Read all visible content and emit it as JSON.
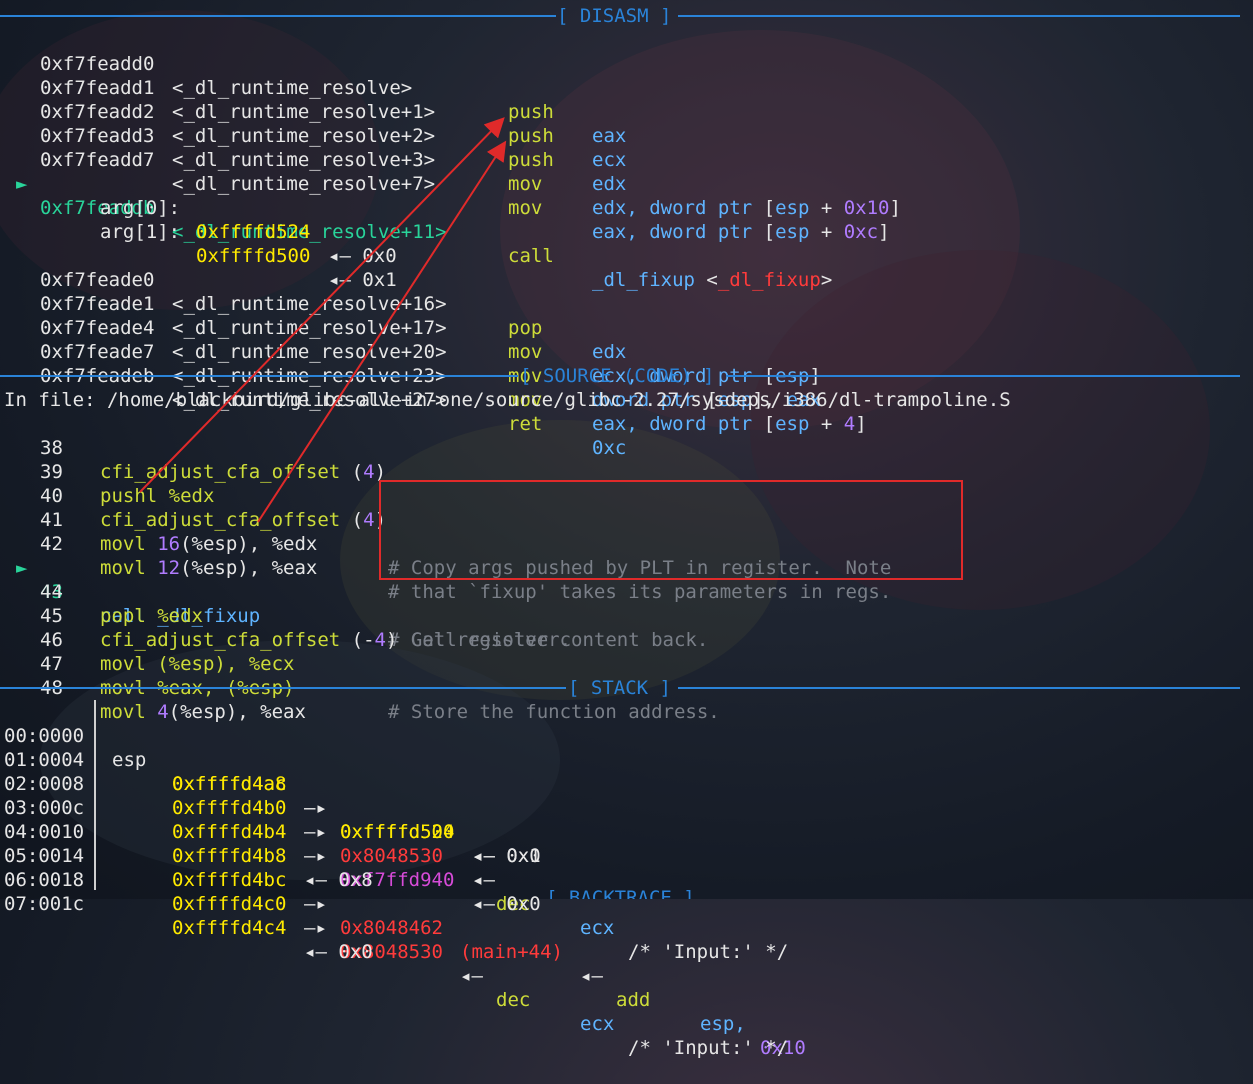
{
  "sections": {
    "disasm": "[ DISASM ]",
    "source": "[ SOURCE (CODE) ]",
    "stack": "[ STACK ]",
    "backtrace": "[ BACKTRACE ]"
  },
  "disasm": [
    {
      "addr": "0xf7feadd0",
      "sym": "<_dl_runtime_resolve>",
      "op": "push",
      "args": "eax"
    },
    {
      "addr": "0xf7feadd1",
      "sym": "<_dl_runtime_resolve+1>",
      "op": "push",
      "args": "ecx"
    },
    {
      "addr": "0xf7feadd2",
      "sym": "<_dl_runtime_resolve+2>",
      "op": "push",
      "args": "edx"
    },
    {
      "addr": "0xf7feadd3",
      "sym": "<_dl_runtime_resolve+3>",
      "op": "mov",
      "a1": "edx,",
      "a2": "dword ptr",
      "a3": "[",
      "a4": "esp",
      "a5": " + ",
      "a6": "0x10",
      "a7": "]"
    },
    {
      "addr": "0xf7feadd7",
      "sym": "<_dl_runtime_resolve+7>",
      "op": "mov",
      "a1": "eax,",
      "a2": "dword ptr",
      "a3": "[",
      "a4": "esp",
      "a5": " + ",
      "a6": "0xc",
      "a7": "]"
    },
    {
      "marker": "►",
      "addr": "0xf7feaddb",
      "sym": "<_dl_runtime_resolve+11>",
      "op": "call",
      "a1": "_dl_fixup",
      "a2": "<",
      "a3": "_dl_fixup",
      "a4": ">"
    }
  ],
  "call_args": [
    {
      "label": "arg[0]:",
      "addr": "0xffffd524",
      "arrow": "◂— 0x0"
    },
    {
      "label": "arg[1]:",
      "addr": "0xffffd500",
      "arrow": "◂— 0x1"
    }
  ],
  "disasm2": [
    {
      "addr": "0xf7feade0",
      "sym": "<_dl_runtime_resolve+16>",
      "op": "pop",
      "args": "edx"
    },
    {
      "addr": "0xf7feade1",
      "sym": "<_dl_runtime_resolve+17>",
      "op": "mov",
      "a1": "ecx,",
      "a2": "dword ptr",
      "a3": "[",
      "a4": "esp",
      "a5": "]"
    },
    {
      "addr": "0xf7feade4",
      "sym": "<_dl_runtime_resolve+20>",
      "op": "mov",
      "a1": "dword ptr",
      "a2": "[",
      "a3": "esp",
      "a4": "],",
      "a5": "eax"
    },
    {
      "addr": "0xf7feade7",
      "sym": "<_dl_runtime_resolve+23>",
      "op": "mov",
      "a1": "eax,",
      "a2": "dword ptr",
      "a3": "[",
      "a4": "esp",
      "a5": " + ",
      "a6": "4",
      "a7": "]"
    },
    {
      "addr": "0xf7feadeb",
      "sym": "<_dl_runtime_resolve+27>",
      "op": "ret",
      "args": "0xc"
    }
  ],
  "source_file": "In file: /home/blackbird/glibc-all-in-one/source/glibc-2.27/sysdeps/i386/dl-trampoline.S",
  "source": [
    {
      "n": "38",
      "code": "cfi_adjust_cfa_offset",
      "open": " (",
      "num": "4",
      "close": ")"
    },
    {
      "n": "39",
      "code": "pushl %edx"
    },
    {
      "n": "40",
      "code": "cfi_adjust_cfa_offset",
      "open": " (",
      "num": "4",
      "close": ")"
    },
    {
      "n": "41",
      "code": "movl ",
      "num": "16",
      "rest": "(%esp), %edx",
      "comment": "# Copy args pushed by PLT in register.  Note"
    },
    {
      "n": "42",
      "code": "movl ",
      "num": "12",
      "rest": "(%esp), %eax",
      "comment": "# that `fixup' takes its parameters in regs."
    },
    {
      "marker": "►",
      "n": "43",
      "code": "call _dl_fixup",
      "comment": "# Call resolver."
    },
    {
      "n": "44",
      "code": "popl %edx",
      "comment": "# Get register content back."
    },
    {
      "n": "45",
      "code": "cfi_adjust_cfa_offset",
      "open": " (-",
      "num": "4",
      "close": ")"
    },
    {
      "n": "46",
      "code": "movl (%esp), %ecx"
    },
    {
      "n": "47",
      "code": "movl %eax, (%esp)",
      "comment": "# Store the function address."
    },
    {
      "n": "48",
      "code": "movl ",
      "num": "4",
      "rest": "(%esp), %eax"
    }
  ],
  "stack": [
    {
      "idx": "00:0000",
      "reg": "esp",
      "addr": "0xffffd4a8",
      "arrow": "—▸",
      "val": "0xffffd524",
      "tail": "◂— 0x0"
    },
    {
      "idx": "01:0004",
      "addr": "0xffffd4ac",
      "arrow": "—▸",
      "val": "0xffffd500",
      "tail": "◂— 0x1"
    },
    {
      "idx": "02:0008",
      "addr": "0xffffd4b0",
      "arrow": "—▸",
      "val": "0x8048530",
      "tail": "◂—",
      "op": "dec",
      "reg2": "ecx",
      "cmt": "/* 'Input:' */"
    },
    {
      "idx": "03:000c",
      "addr": "0xffffd4b4",
      "arrow": "—▸",
      "val": "0xf7ffd940",
      "tail": "◂— 0x0"
    },
    {
      "idx": "04:0010",
      "addr": "0xffffd4b8",
      "tail": "◂— 0x8"
    },
    {
      "idx": "05:0014",
      "addr": "0xffffd4bc",
      "arrow": "—▸",
      "val": "0x8048462",
      "sym": "(main+44)",
      "tail": "◂—",
      "op": "add",
      "reg2": "esp,",
      "num": "0x10"
    },
    {
      "idx": "06:0018",
      "addr": "0xffffd4c0",
      "arrow": "—▸",
      "val": "0x8048530",
      "tail": "◂—",
      "op": "dec",
      "reg2": "ecx",
      "cmt": "/* 'Input:' */"
    },
    {
      "idx": "07:001c",
      "addr": "0xffffd4c4",
      "tail": "◂— 0x0"
    }
  ]
}
